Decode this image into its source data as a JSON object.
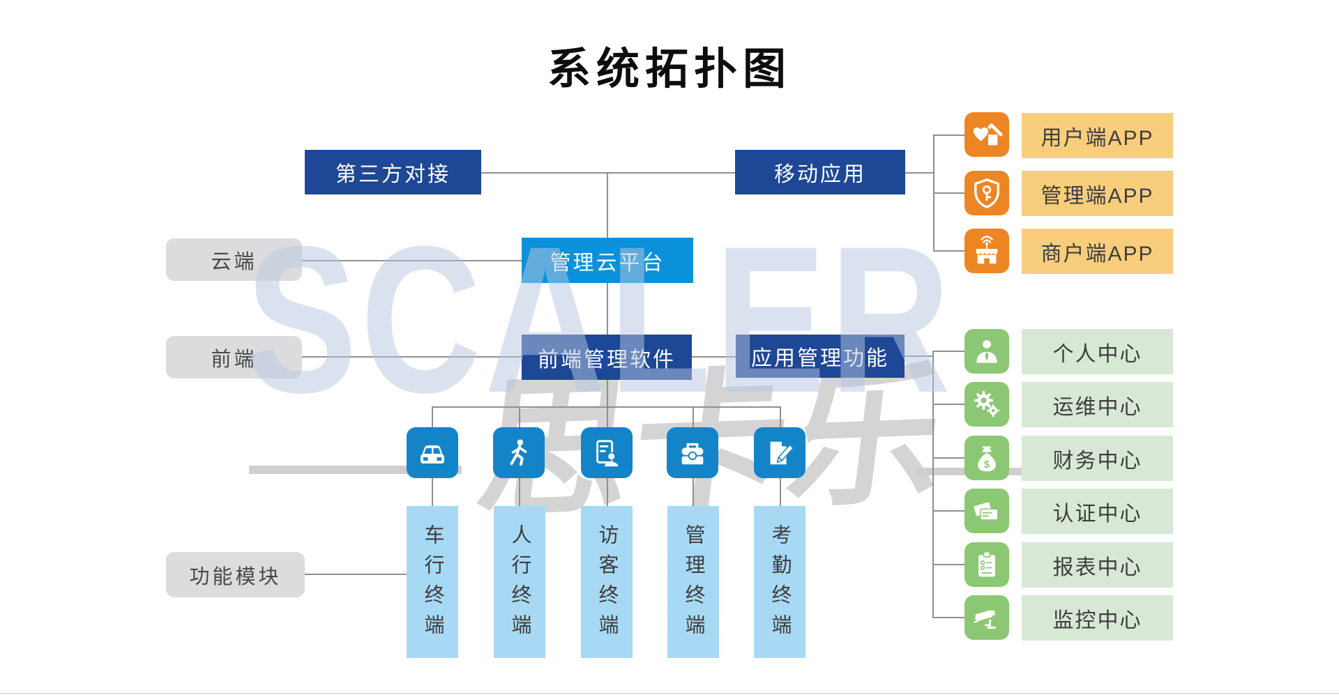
{
  "title": "系统拓扑图",
  "watermark": {
    "brand": "SCALER",
    "cn": "思卡乐"
  },
  "left_labels": {
    "cloud": "云端",
    "front": "前端",
    "module": "功能模块"
  },
  "core": {
    "third_party": "第三方对接",
    "mobile_app": "移动应用",
    "cloud_platform": "管理云平台",
    "frontend_software": "前端管理软件",
    "app_functions": "应用管理功能"
  },
  "apps": [
    {
      "label": "用户端APP",
      "icon": "heart-home-icon"
    },
    {
      "label": "管理端APP",
      "icon": "shield-key-icon"
    },
    {
      "label": "商户端APP",
      "icon": "store-wifi-icon"
    }
  ],
  "centers": [
    {
      "label": "个人中心",
      "icon": "person-icon"
    },
    {
      "label": "运维中心",
      "icon": "gears-icon"
    },
    {
      "label": "财务中心",
      "icon": "money-bag-icon"
    },
    {
      "label": "认证中心",
      "icon": "cards-icon"
    },
    {
      "label": "报表中心",
      "icon": "clipboard-icon"
    },
    {
      "label": "监控中心",
      "icon": "cctv-icon"
    }
  ],
  "terminals": [
    {
      "label": "车行终端",
      "icon": "car-icon"
    },
    {
      "label": "人行终端",
      "icon": "walker-icon"
    },
    {
      "label": "访客终端",
      "icon": "visitor-card-icon"
    },
    {
      "label": "管理终端",
      "icon": "toolbox-icon"
    },
    {
      "label": "考勤终端",
      "icon": "pen-paper-icon"
    }
  ],
  "colors": {
    "navy_box": "#1e4796",
    "azure_box": "#0a91d9",
    "gray_box": "#dcdcde",
    "yellow_box": "#f8cd7c",
    "orange_tile": "#ee8523",
    "green_tile": "#8cc873",
    "light_green_box": "#d7e9d4",
    "blue_tile": "#1484c8",
    "light_blue_bar": "#a7d9f4",
    "connector": "#8f8f8f"
  }
}
